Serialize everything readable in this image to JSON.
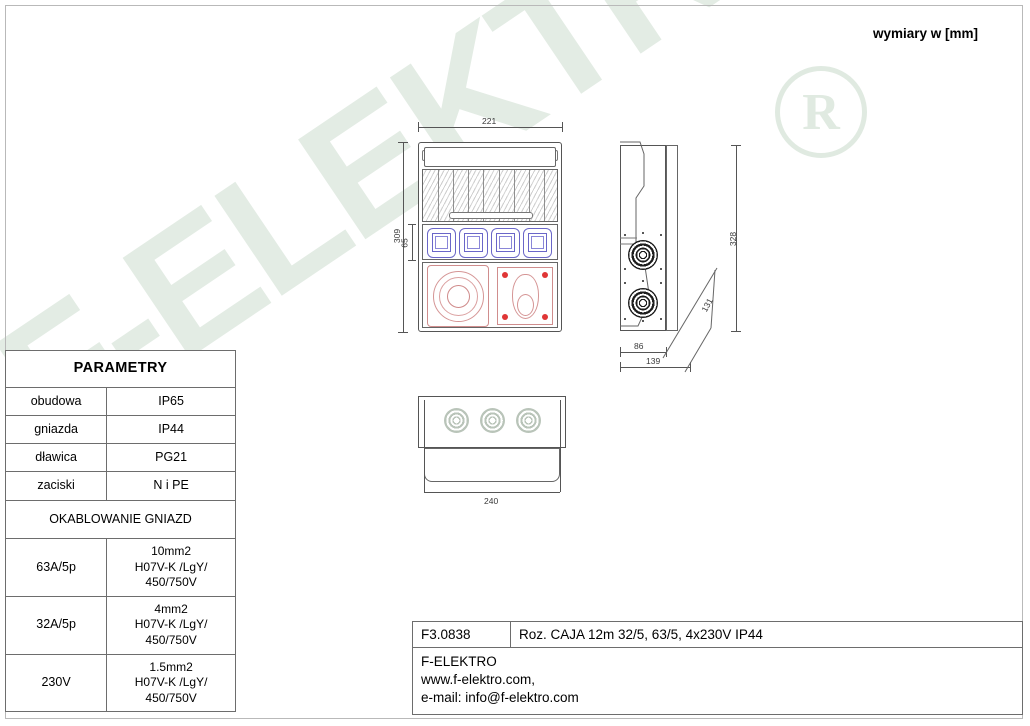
{
  "page": {
    "units_note": "wymiary w [mm]",
    "watermark_text": "F-ELEKTRO",
    "watermark_mark": "R",
    "watermark_color": "#e3ece4"
  },
  "drawing": {
    "front_view": {
      "name": "front-view",
      "dim_width": "221",
      "dim_height": "309",
      "dim_socket_band": "65",
      "sockets_230v_count": 4,
      "socket_colors": {
        "schuko": "#6a66c8",
        "industrial": "#d08d8d",
        "pin": "#e03636"
      }
    },
    "side_view": {
      "name": "side-view",
      "dim_height": "328",
      "dim_depth_front": "86",
      "dim_depth_total": "139",
      "dim_slant": "131",
      "glands_count": 2
    },
    "bottom_view": {
      "name": "bottom-view",
      "dim_width": "240",
      "glands_count": 3
    }
  },
  "params_table": {
    "title": "PARAMETRY",
    "rows": [
      {
        "label": "obudowa",
        "value": "IP65"
      },
      {
        "label": "gniazda",
        "value": "IP44"
      },
      {
        "label": "dławica",
        "value": "PG21"
      },
      {
        "label": "zaciski",
        "value": "N i PE"
      }
    ],
    "section_title": "OKABLOWANIE GNIAZD",
    "wiring": [
      {
        "label": "63A/5p",
        "value": "10mm2\nH07V-K /LgY/\n450/750V"
      },
      {
        "label": "32A/5p",
        "value": "4mm2\nH07V-K /LgY/\n450/750V"
      },
      {
        "label": "230V",
        "value": "1.5mm2\nH07V-K /LgY/\n450/750V"
      }
    ]
  },
  "title_block": {
    "code": "F3.0838",
    "description": "Roz. CAJA 12m 32/5, 63/5, 4x230V   IP44",
    "company": "F-ELEKTRO",
    "website": "www.f-elektro.com,",
    "email": "e-mail: info@f-elektro.com"
  }
}
